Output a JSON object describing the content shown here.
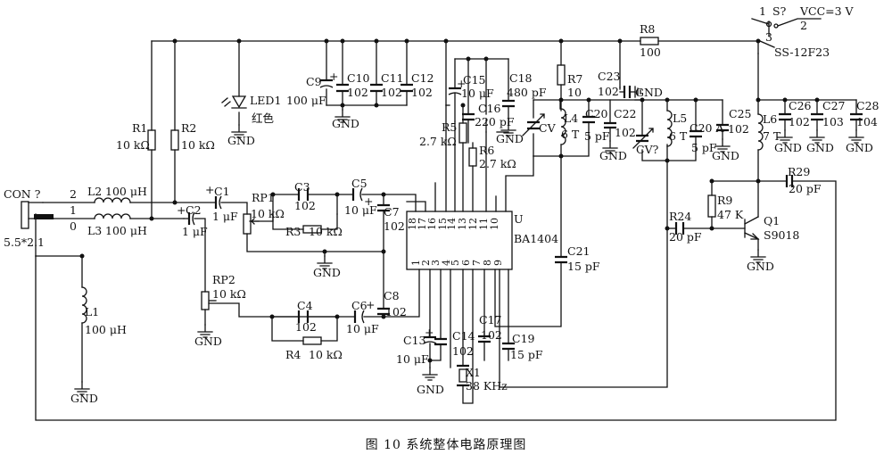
{
  "caption": "图 10   系统整体电路原理图",
  "labels": {
    "switch_ref": "S?",
    "switch_p1": "1",
    "switch_p2": "2",
    "switch_p3": "3",
    "vcc": "VCC=3 V",
    "switch_model": "SS-12F23",
    "r8": "R8",
    "r8_val": "100",
    "led1": "LED1",
    "led1_color": "红色",
    "c9": "C9",
    "c9_val": "100 μF",
    "c10": "C10",
    "c10_val": "102",
    "c11": "C11",
    "c11_val": "102",
    "c12": "C12",
    "c12_val": "102",
    "c15": "C15",
    "c15_val": "10 μF",
    "c16": "C16",
    "c16_val": "220 pF",
    "c18": "C18",
    "c18_val": "480 pF",
    "r7": "R7",
    "r7_val": "10",
    "c23": "C23",
    "c23_val": "102",
    "r5": "R5",
    "r5_val": "2.7 kΩ",
    "r6": "R6",
    "r6_val": "2.7 kΩ",
    "cv1": "CV",
    "l4": "L4",
    "l4_val": "6 T",
    "c20a": "C20",
    "c20a_val": "5 pF",
    "c22": "C22",
    "c22_val": "102",
    "cv2": "CV?",
    "l5": "L5",
    "l5_val": "6 T",
    "c20b": "C20 A",
    "c20b_val": "5 pF",
    "c25": "C25",
    "c25_val": "102",
    "l6": "L6",
    "l6_val": "7 T",
    "c26": "C26",
    "c26_val": "102",
    "c27": "C27",
    "c27_val": "103",
    "c28": "C28",
    "c28_val": "104",
    "r1": "R1",
    "r1_val": "10 kΩ",
    "r2": "R2",
    "r2_val": "10 kΩ",
    "con": "CON ?",
    "con_size": "5.5*2.1",
    "con_p2": "2",
    "con_p1": "1",
    "con_p0": "0",
    "l2": "L2",
    "l2_val": "100 μH",
    "l3": "L3",
    "l3_val": "100 μH",
    "c1": "C1",
    "c1_val": "1 μF",
    "c2": "C2",
    "c2_val": "1 μF",
    "rp1": "RP1",
    "rp1_val": "10 kΩ",
    "c3": "C3",
    "c3_val": "102",
    "r3": "R3",
    "r3_val": "10 kΩ",
    "c5": "C5",
    "c5_val": "10 μF",
    "c7": "C7",
    "c7_val": "102",
    "ic": "BA1404",
    "ic_ref": "U",
    "rp2": "RP2",
    "rp2_val": "10 kΩ",
    "c4": "C4",
    "c4_val": "102",
    "r4": "R4",
    "r4_val": "10 kΩ",
    "c6": "C6",
    "c6_val": "10 μF",
    "c8": "C8",
    "c8_val": "102",
    "l1": "L1",
    "l1_val": "100 μH",
    "c13": "C13",
    "c13_val": "10 μF",
    "c14": "C14",
    "c14_val": "102",
    "c17": "C17",
    "c17_val": "102",
    "c19": "C19",
    "c19_val": "15 pF",
    "c21": "C21",
    "c21_val": "15 pF",
    "x1": "X1",
    "x1_val": "38 KHz",
    "r9": "R9",
    "r9_val": "47 K",
    "q1": "Q1",
    "q1_val": "S9018",
    "r24": "R24",
    "r24_val": "20 pF",
    "r29": "R29",
    "r29_val": "20 pF",
    "gnd": "GND",
    "plus": "+"
  },
  "ic_pins_top": [
    "18",
    "17",
    "16",
    "15",
    "14",
    "13",
    "12",
    "11",
    "10"
  ],
  "ic_pins_bottom": [
    "1",
    "2",
    "3",
    "4",
    "5",
    "6",
    "7",
    "8",
    "9"
  ]
}
